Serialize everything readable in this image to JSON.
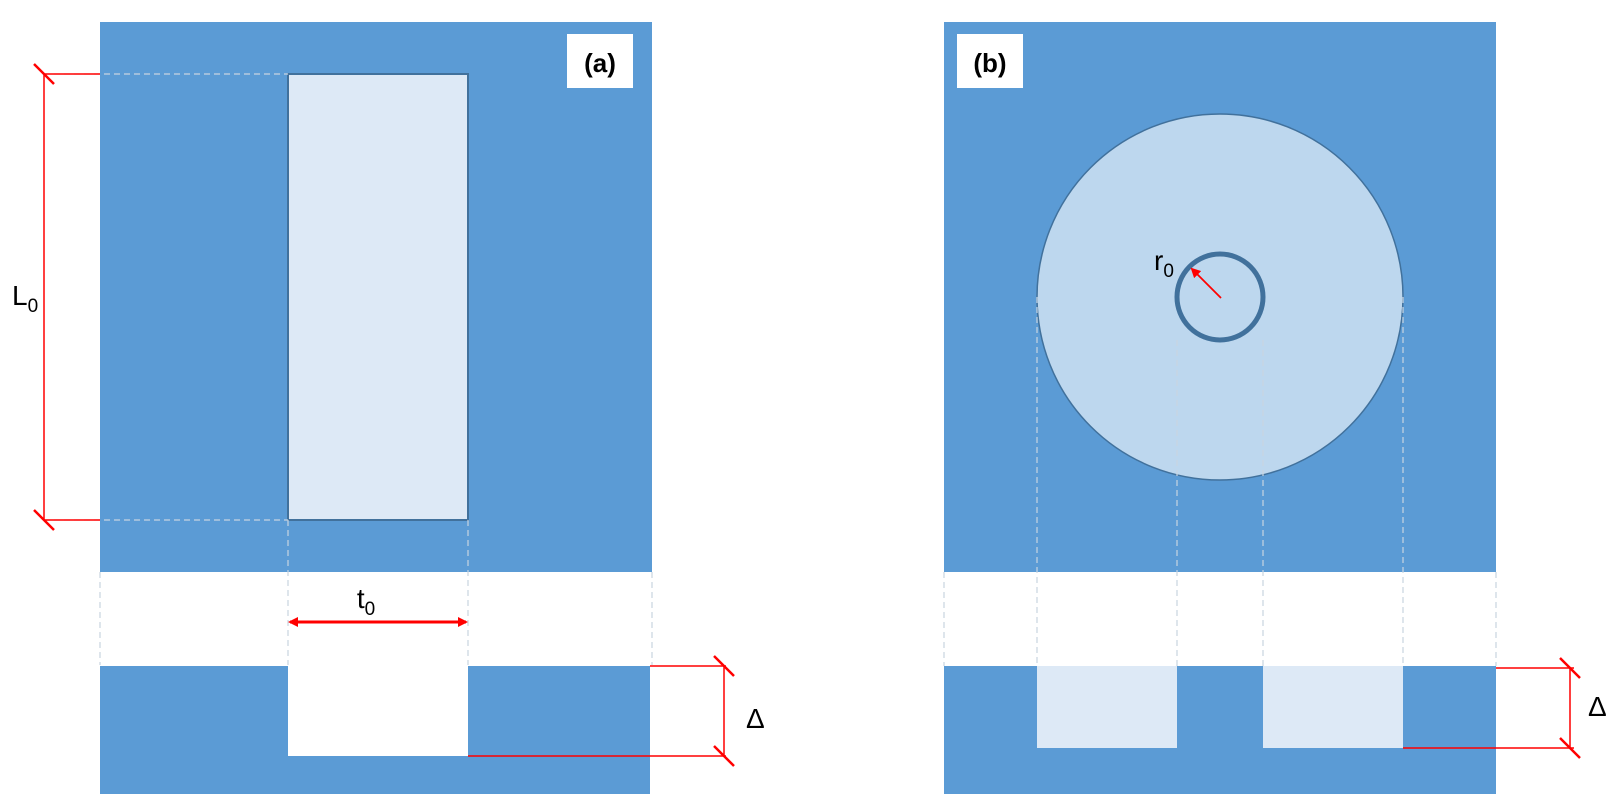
{
  "panels": {
    "a": {
      "label": "(a)",
      "length_symbol": "L",
      "length_subscript": "0",
      "thickness_symbol": "t",
      "thickness_subscript": "0",
      "depth_symbol": "Δ"
    },
    "b": {
      "label": "(b)",
      "radius_symbol": "r",
      "radius_subscript": "0",
      "depth_symbol": "Δ"
    }
  },
  "colors": {
    "block": "#5b9bd5",
    "slot_fill": "#dde9f6",
    "disk_fill": "#bdd7ee",
    "outline": "#41719c",
    "dimension": "#ff0000"
  }
}
